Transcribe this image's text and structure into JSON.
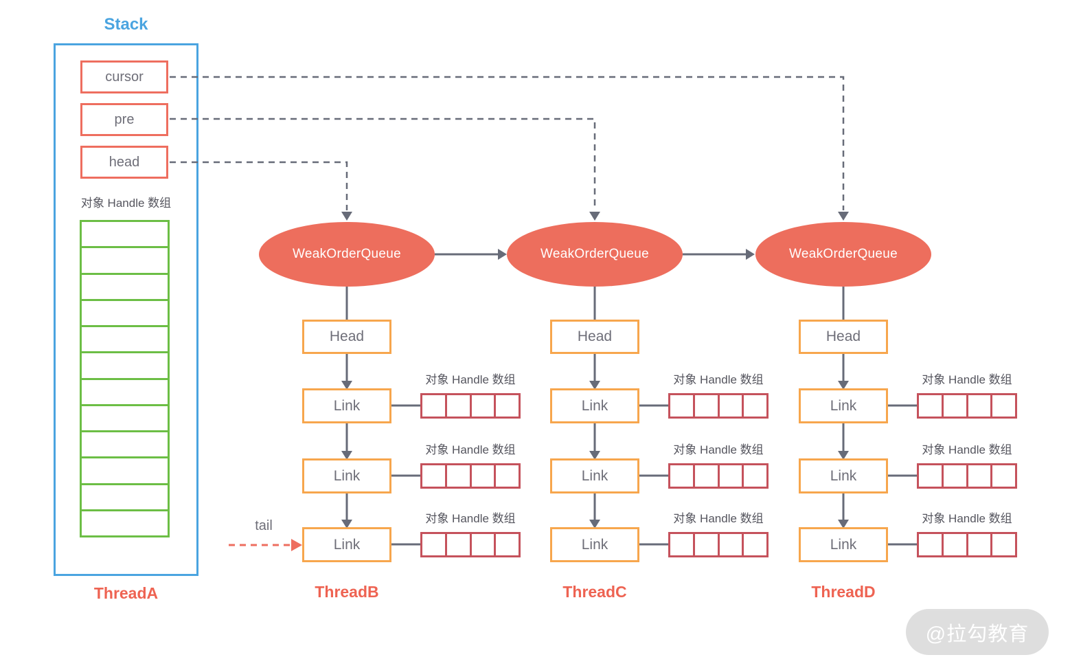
{
  "stack": {
    "title": "Stack",
    "pointers": [
      {
        "label": "cursor"
      },
      {
        "label": "pre"
      },
      {
        "label": "head"
      }
    ],
    "array_label": "对象 Handle 数组",
    "array_cell_count": 12,
    "thread_label": "ThreadA"
  },
  "queues": [
    {
      "label": "WeakOrderQueue"
    },
    {
      "label": "WeakOrderQueue"
    },
    {
      "label": "WeakOrderQueue"
    }
  ],
  "threads": [
    {
      "name": "ThreadB",
      "head_label": "Head",
      "links": [
        {
          "label": "Link",
          "array_label": "对象 Handle 数组",
          "array_cell_count": 4
        },
        {
          "label": "Link",
          "array_label": "对象 Handle 数组",
          "array_cell_count": 4
        },
        {
          "label": "Link",
          "array_label": "对象 Handle 数组",
          "array_cell_count": 4
        }
      ]
    },
    {
      "name": "ThreadC",
      "head_label": "Head",
      "links": [
        {
          "label": "Link",
          "array_label": "对象 Handle 数组",
          "array_cell_count": 4
        },
        {
          "label": "Link",
          "array_label": "对象 Handle 数组",
          "array_cell_count": 4
        },
        {
          "label": "Link",
          "array_label": "对象 Handle 数组",
          "array_cell_count": 4
        }
      ]
    },
    {
      "name": "ThreadD",
      "head_label": "Head",
      "links": [
        {
          "label": "Link",
          "array_label": "对象 Handle 数组",
          "array_cell_count": 4
        },
        {
          "label": "Link",
          "array_label": "对象 Handle 数组",
          "array_cell_count": 4
        },
        {
          "label": "Link",
          "array_label": "对象 Handle 数组",
          "array_cell_count": 4
        }
      ]
    }
  ],
  "tail_label": "tail",
  "watermark": "@拉勾教育",
  "colors": {
    "stack_blue": "#4aa4e0",
    "pointer_red": "#ee6e5f",
    "queue_fill": "#ed6e5d",
    "array_green": "#6cbe45",
    "node_orange": "#f7a64d",
    "handle_array_red": "#c5525c",
    "text_gray": "#6e6e78",
    "line_gray": "#676b78",
    "thread_label_red": "#ee6352"
  }
}
